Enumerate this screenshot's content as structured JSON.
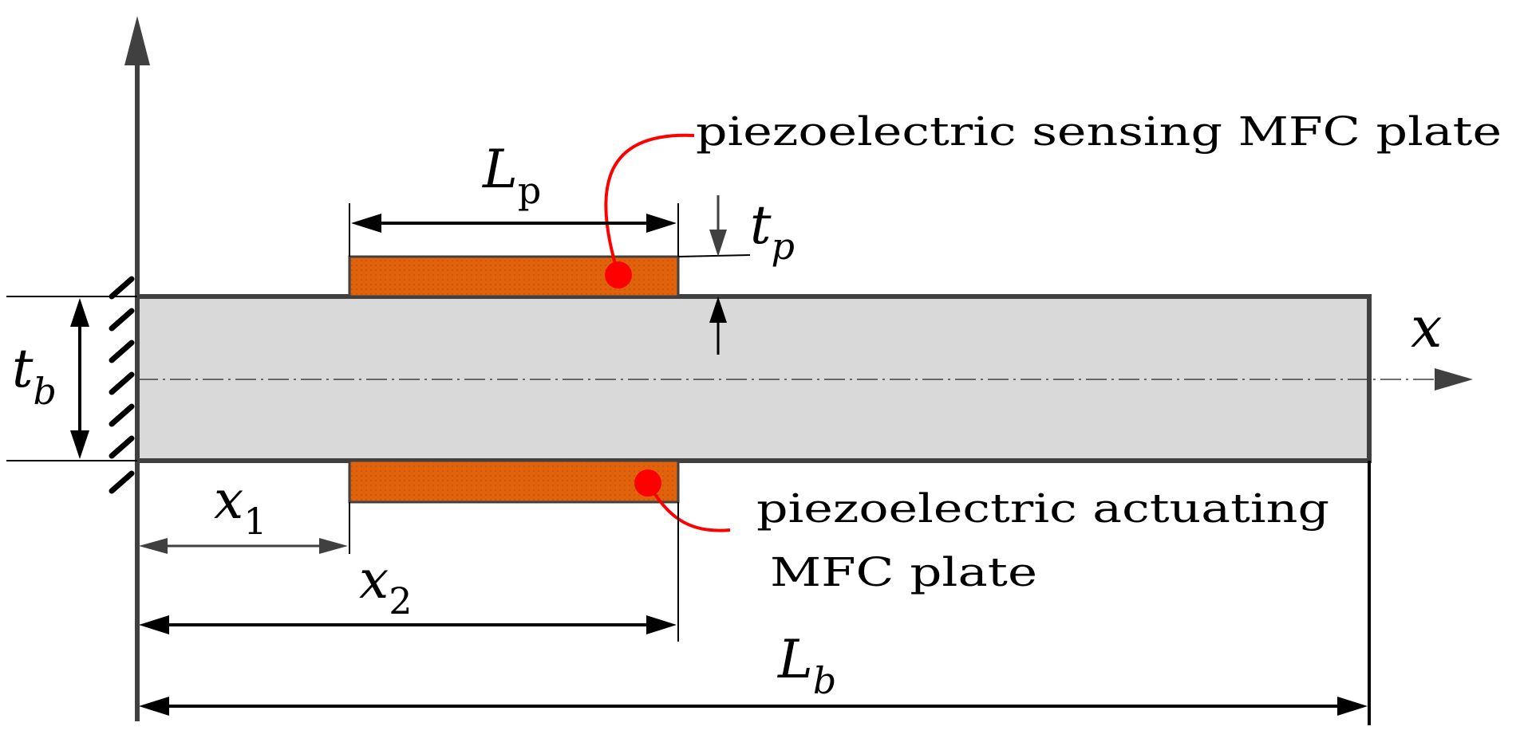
{
  "labels": {
    "sensing_plate": "piezoelectric sensing MFC plate",
    "actuating_plate_line1": "piezoelectric actuating",
    "actuating_plate_line2": "MFC plate"
  },
  "symbols": {
    "Lp": {
      "main": "L",
      "sub": "p"
    },
    "tp": {
      "main": "t",
      "sub": "p"
    },
    "tb": {
      "main": "t",
      "sub": "b"
    },
    "x_axis": {
      "main": "x"
    },
    "x1": {
      "main": "x",
      "sub": "1"
    },
    "x2": {
      "main": "x",
      "sub": "2"
    },
    "Lb": {
      "main": "L",
      "sub": "b"
    }
  },
  "colors": {
    "beam": "#d9d9d9",
    "beam_outline": "#404040",
    "mfc_plate": "#e0620a",
    "leader": "#ff0000",
    "dimension": "#000000",
    "axis": "#404040"
  }
}
